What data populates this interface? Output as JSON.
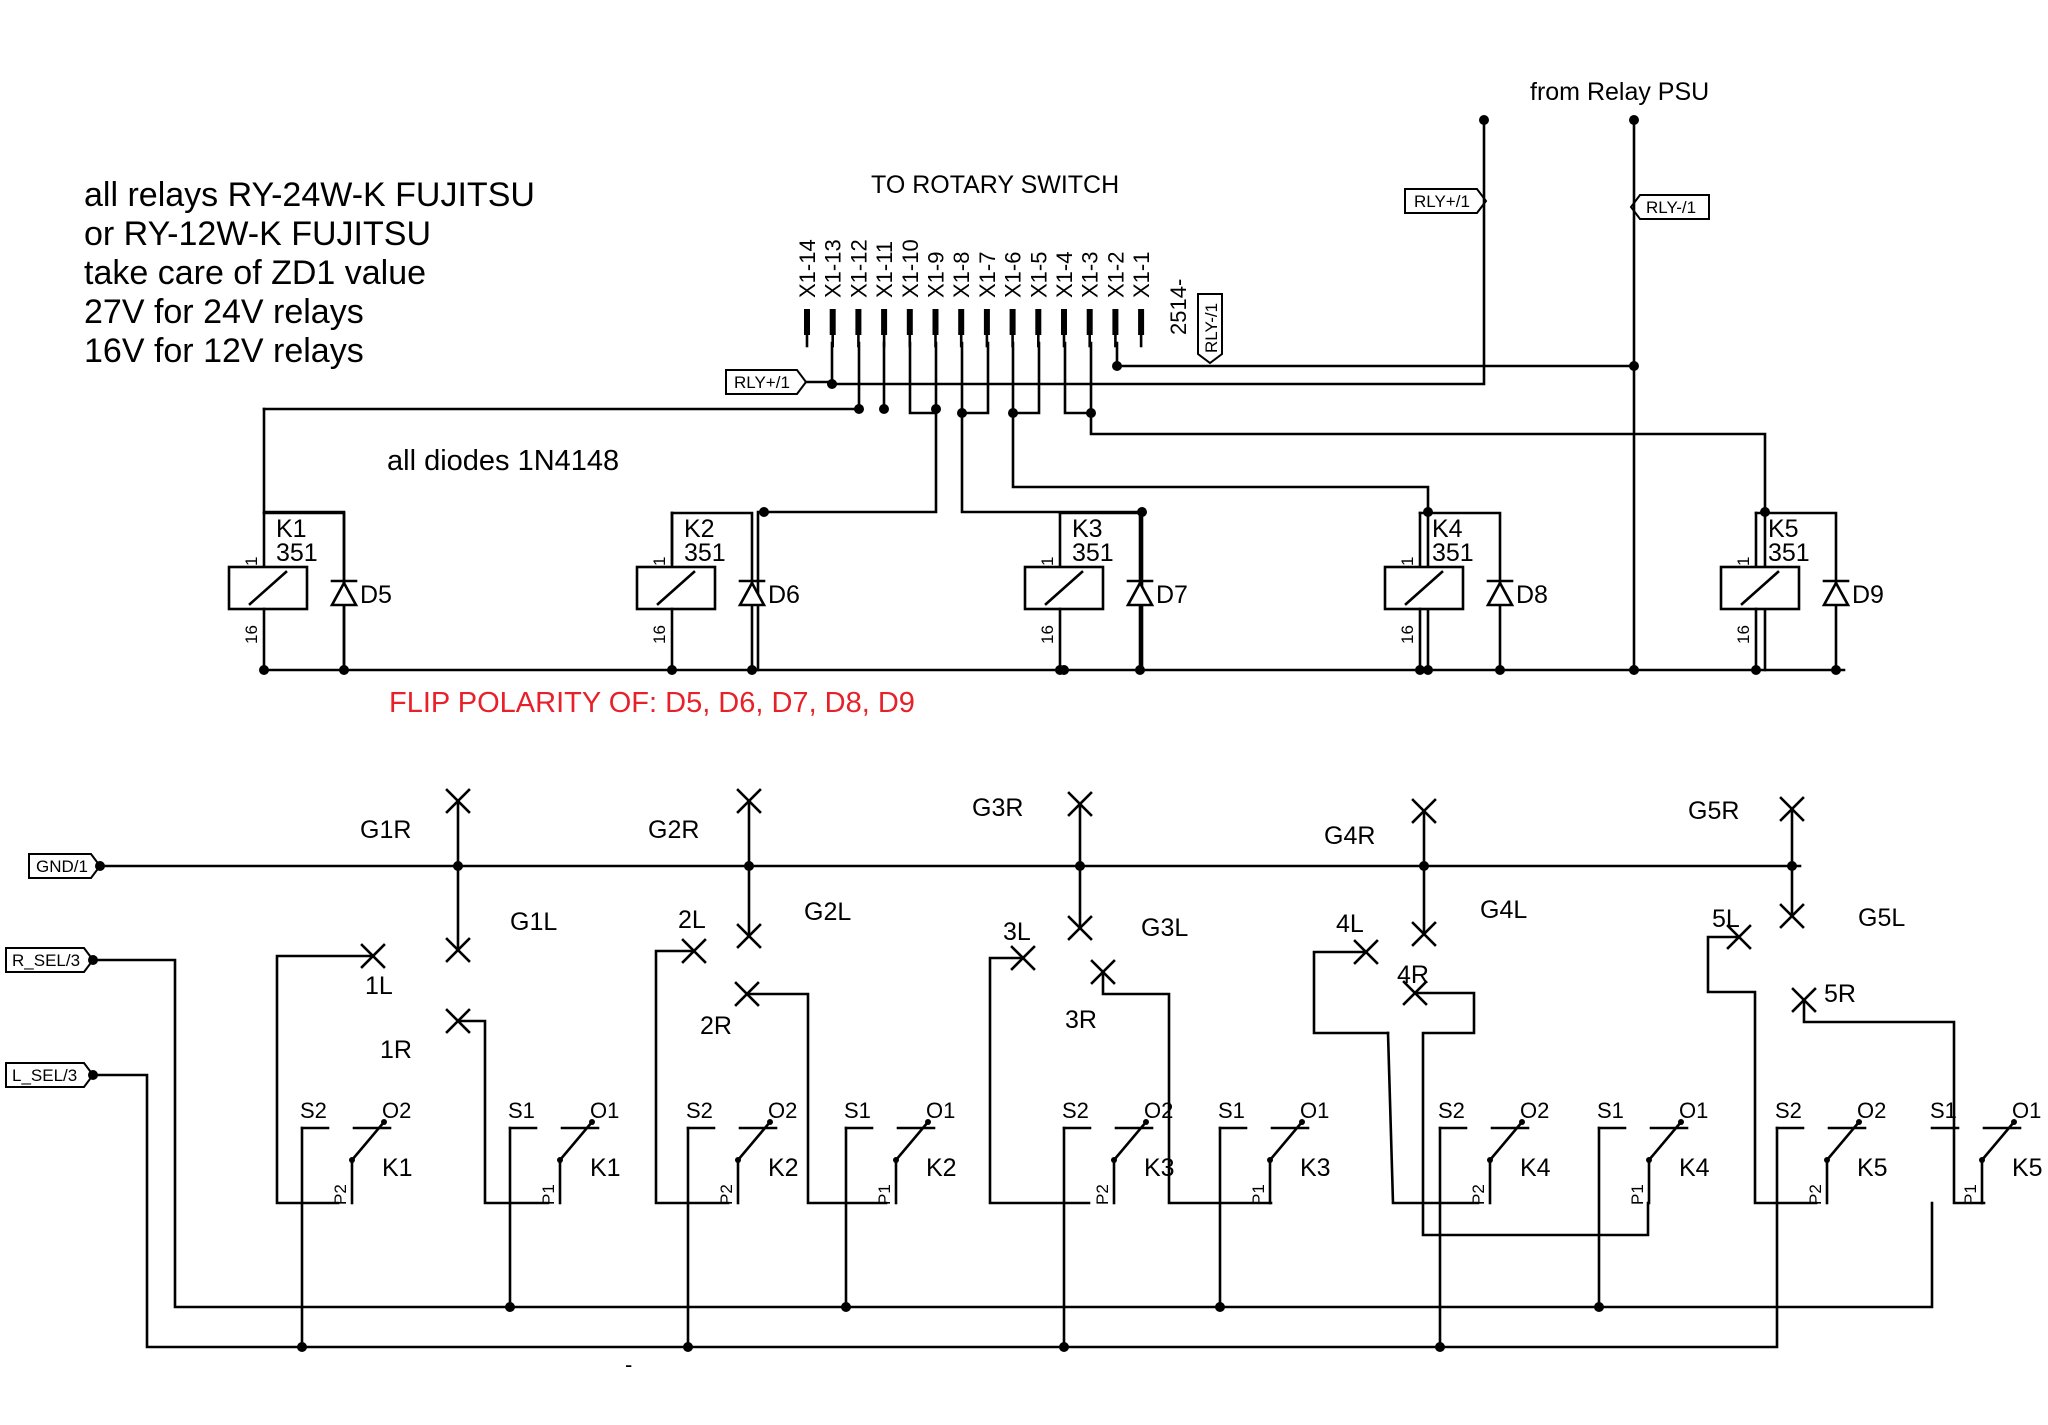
{
  "notes": {
    "relay_lines": [
      "all relays RY-24W-K FUJITSU",
      "or RY-12W-K FUJITSU",
      "take care of ZD1 value",
      "27V for 24V relays",
      "16V for 12V relays"
    ],
    "diodes": "all diodes 1N4148",
    "flip_polarity": "FLIP POLARITY OF: D5, D6, D7, D8, D9",
    "to_rotary": "TO ROTARY SWITCH",
    "from_psu": "from Relay PSU",
    "dash": "-"
  },
  "connector": {
    "pins": [
      "X1-14",
      "X1-13",
      "X1-12",
      "X1-11",
      "X1-10",
      "X1-9",
      "X1-8",
      "X1-7",
      "X1-6",
      "X1-5",
      "X1-4",
      "X1-3",
      "X1-2",
      "X1-1"
    ],
    "part": "2514-"
  },
  "ports": {
    "rly_plus": "RLY+/1",
    "rly_minus": "RLY-/1",
    "gnd": "GND/1",
    "r_sel": "R_SEL/3",
    "l_sel": "L_SEL/3"
  },
  "relays": [
    {
      "name": "K1",
      "value": "351",
      "pin1": "1",
      "pin16": "16",
      "diode": "D5"
    },
    {
      "name": "K2",
      "value": "351",
      "pin1": "1",
      "pin16": "16",
      "diode": "D6"
    },
    {
      "name": "K3",
      "value": "351",
      "pin1": "1",
      "pin16": "16",
      "diode": "D7"
    },
    {
      "name": "K4",
      "value": "351",
      "pin1": "1",
      "pin16": "16",
      "diode": "D8"
    },
    {
      "name": "K5",
      "value": "351",
      "pin1": "1",
      "pin16": "16",
      "diode": "D9"
    }
  ],
  "terminals": {
    "g1r": "G1R",
    "g1l": "G1L",
    "l1": "1L",
    "r1": "1R",
    "g2r": "G2R",
    "g2l": "G2L",
    "l2": "2L",
    "r2": "2R",
    "g3r": "G3R",
    "g3l": "G3L",
    "l3": "3L",
    "r3": "3R",
    "g4r": "G4R",
    "g4l": "G4L",
    "l4": "4L",
    "r4": "4R",
    "g5r": "G5R",
    "g5l": "G5L",
    "l5": "5L",
    "r5": "5R"
  },
  "contacts": {
    "s1": "S1",
    "s2": "S2",
    "o1": "O1",
    "o2": "O2",
    "p1": "P1",
    "p2": "P2"
  }
}
